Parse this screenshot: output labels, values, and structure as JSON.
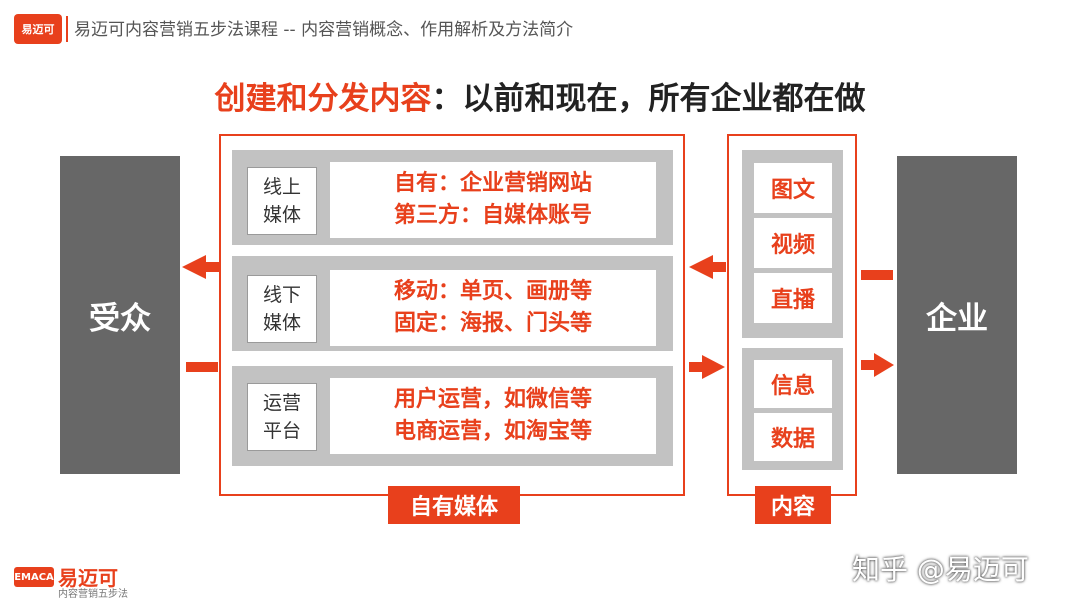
{
  "header": {
    "logo_text": "易迈可",
    "title": "易迈可内容营销五步法课程 -- 内容营销概念、作用解析及方法简介"
  },
  "main_title": {
    "part1": "创建和分发内容",
    "part2": "：以前和现在，所有企业都在做"
  },
  "left_box": "受众",
  "right_box": "企业",
  "media_rows": [
    {
      "tag": [
        "线上",
        "媒体"
      ],
      "lines": [
        "自有：企业营销网站",
        "第三方：自媒体账号"
      ]
    },
    {
      "tag": [
        "线下",
        "媒体"
      ],
      "lines": [
        "移动：单页、画册等",
        "固定：海报、门头等"
      ]
    },
    {
      "tag": [
        "运营",
        "平台"
      ],
      "lines": [
        "用户运营，如微信等",
        "电商运营，如淘宝等"
      ]
    }
  ],
  "content_panel_top": [
    "图文",
    "视频",
    "直播"
  ],
  "content_panel_bottom": [
    "信息",
    "数据"
  ],
  "owned_media_label": "自有媒体",
  "content_label": "内容",
  "colors": {
    "accent": "#e8401c",
    "dark_box": "#676767",
    "panel_gray": "#c2c2c2"
  },
  "footer": {
    "logo_box": "EMACA",
    "brand": "易迈可",
    "tagline": "内容营销五步法"
  },
  "watermark": "知乎 @易迈可"
}
